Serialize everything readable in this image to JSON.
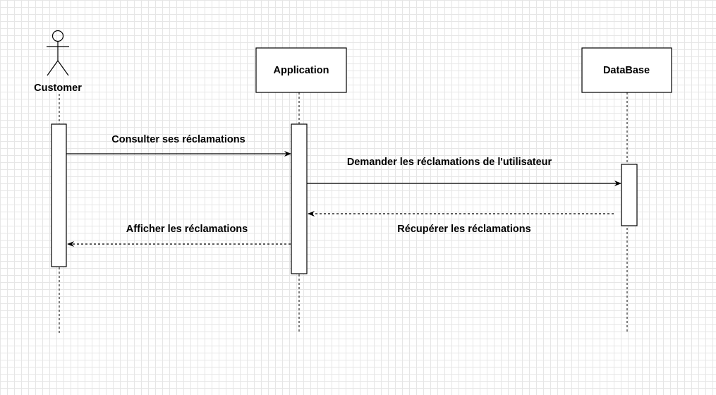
{
  "participants": [
    {
      "id": "customer",
      "name": "Customer",
      "kind": "actor"
    },
    {
      "id": "application",
      "name": "Application",
      "kind": "object"
    },
    {
      "id": "database",
      "name": "DataBase",
      "kind": "object"
    }
  ],
  "messages": [
    {
      "label": "Consulter ses réclamations",
      "from": "Customer",
      "to": "Application",
      "kind": "call"
    },
    {
      "label": "Demander les réclamations de l'utilisateur",
      "from": "Application",
      "to": "DataBase",
      "kind": "call"
    },
    {
      "label": "Récupérer les réclamations",
      "from": "DataBase",
      "to": "Application",
      "kind": "return"
    },
    {
      "label": "Afficher les réclamations",
      "from": "Application",
      "to": "Customer",
      "kind": "return"
    }
  ]
}
